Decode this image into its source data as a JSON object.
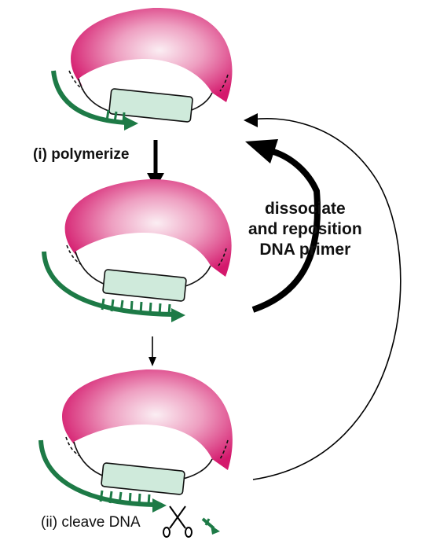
{
  "labels": {
    "step1": "(i) polymerize",
    "step2": "(ii) cleave DNA",
    "side_line1": "dissociate",
    "side_line2": "and reposition",
    "side_line3": "DNA  primer"
  },
  "icons": {
    "scissors": "scissors-icon"
  },
  "colors": {
    "enzyme_pink": "#d4186c",
    "enzyme_highlight": "#f6dce8",
    "template_fill": "#cfeadb",
    "dna_green": "#1d7a46",
    "arrow_black": "#000000"
  }
}
